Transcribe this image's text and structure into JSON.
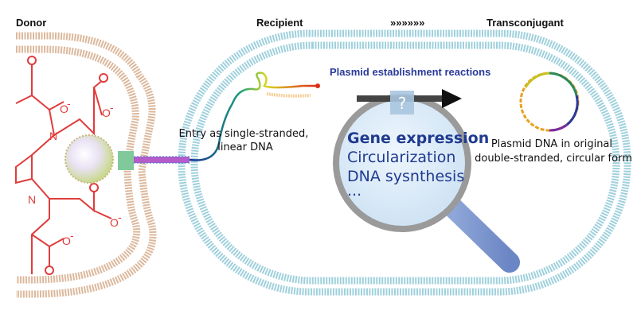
{
  "labels": {
    "donor": "Donor",
    "recipient": "Recipient",
    "arrow": "»»»»»»",
    "transconjugant": "Transconjugant"
  },
  "reactions_title": "Plasmid establishment reactions",
  "entry_text": [
    "Entry as single-stranded,",
    "linear DNA"
  ],
  "magnifier": {
    "items": [
      "Gene expression",
      "Circularization",
      "DNA sysnthesis",
      "..."
    ],
    "box_symbol": "?"
  },
  "plasmid_text": [
    "Plasmid DNA in original",
    "double-stranded, circular form"
  ],
  "chemistry": {
    "oxygen": "O",
    "charge": "-",
    "nitrogen": "N"
  },
  "colors": {
    "donor_membrane": "#dcb89c",
    "recipient_membrane": "#9fd0dc",
    "chelator": "#e03c3c",
    "magnifier_text": "#1f3a8f",
    "reactions_title": "#2a3a9a"
  }
}
